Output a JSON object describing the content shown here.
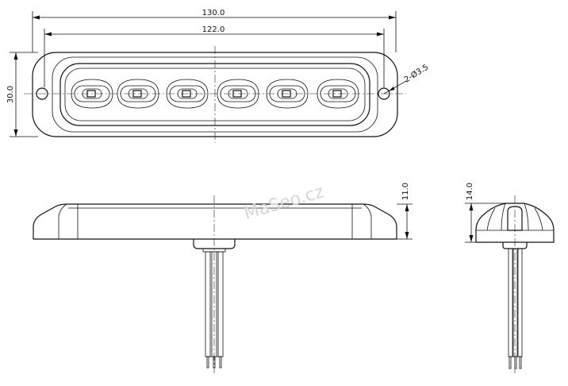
{
  "dimensions": {
    "overall_length": "130.0",
    "hole_spacing": "122.0",
    "height": "30.0",
    "holes": "2-Ø3.5",
    "side_thickness": "11.0",
    "end_height": "14.0"
  },
  "watermark": "MaSeo.cz",
  "led_count": 6
}
